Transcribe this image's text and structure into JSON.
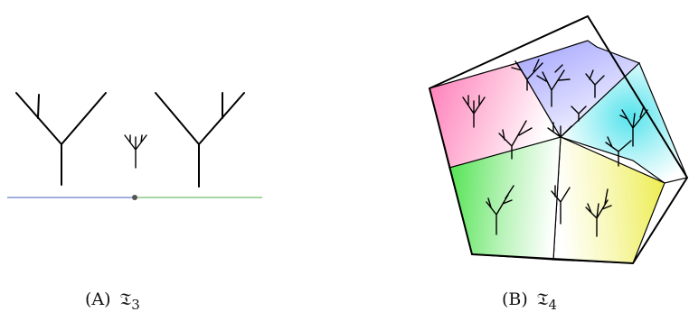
{
  "captions": {
    "a": {
      "marker": "(A)",
      "symbol": "𝔗",
      "subscript": "3"
    },
    "b": {
      "marker": "(B)",
      "symbol": "𝔗",
      "subscript": "4"
    }
  },
  "colors": {
    "line_left": "#6a7fc8",
    "line_right": "#6fbf6f",
    "vertex_dot": "#555555",
    "region_pink": "#ff8fc4",
    "region_lavender": "#b8b8ff",
    "region_cyan": "#7fe8f0",
    "region_green": "#6be86b",
    "region_yellow": "#f2f27a"
  }
}
